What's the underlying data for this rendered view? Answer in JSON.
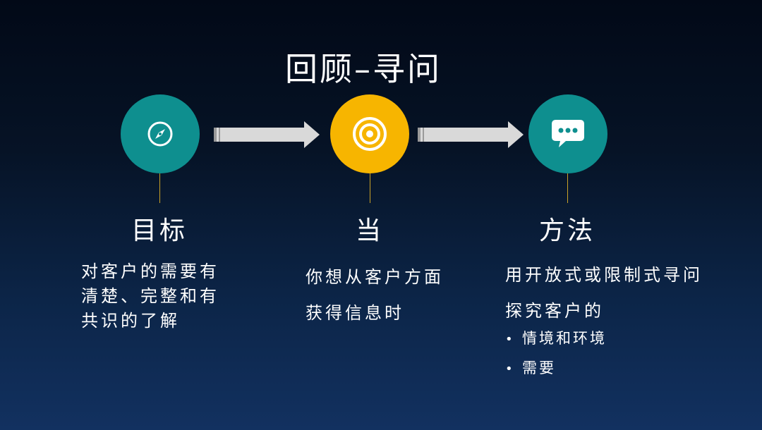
{
  "title": "回顾–寻问",
  "steps": [
    {
      "heading": "目标",
      "icon": "compass-icon",
      "color": "#0e8f8f",
      "desc_lines": [
        "对客户的需要有",
        "清楚、完整和有",
        "共识的了解"
      ]
    },
    {
      "heading": "当",
      "icon": "target-icon",
      "color": "#f7b500",
      "desc_lines": [
        "你想从客户方面",
        "获得信息时"
      ]
    },
    {
      "heading": "方法",
      "icon": "chat-bubble-icon",
      "color": "#0e8f8f",
      "desc_lines": [
        "用开放式或限制式寻问",
        "探究客户的"
      ],
      "bullets": [
        "情境和环境",
        "需要"
      ]
    }
  ],
  "connector_color": "#c9a227",
  "arrow_color": "#d9d9d9"
}
